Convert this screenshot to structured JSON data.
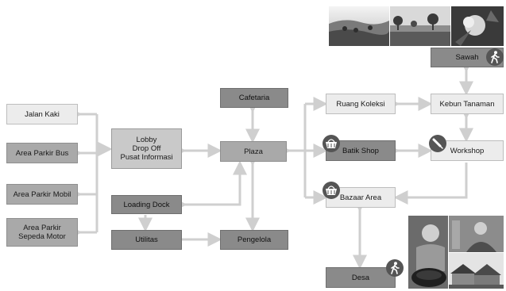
{
  "nodes": {
    "jalan_kaki": "Jalan Kaki",
    "parkir_bus": "Area Parkir Bus",
    "parkir_mobil": "Area Parkir Mobil",
    "parkir_motor": "Area Parkir\nSepeda Motor",
    "lobby": "Lobby\nDrop Off\nPusat Informasi",
    "loading_dock": "Loading Dock",
    "utilitas": "Utilitas",
    "cafetaria": "Cafetaria",
    "plaza": "Plaza",
    "pengelola": "Pengelola",
    "ruang_koleksi": "Ruang Koleksi",
    "batik_shop": "Batik Shop",
    "bazaar_area": "Bazaar Area",
    "desa": "Desa",
    "kebun_tanaman": "Kebun Tanaman",
    "workshop": "Workshop",
    "sawah": "Sawah"
  },
  "icons": {
    "walking": "walking-person-icon",
    "basket": "basket-icon",
    "tool": "tool-icon"
  },
  "colors": {
    "arrow": "#cfcfcf",
    "light_box": "#ececec",
    "mid_box": "#a9a9a9",
    "dark_box": "#8a8a8a"
  }
}
